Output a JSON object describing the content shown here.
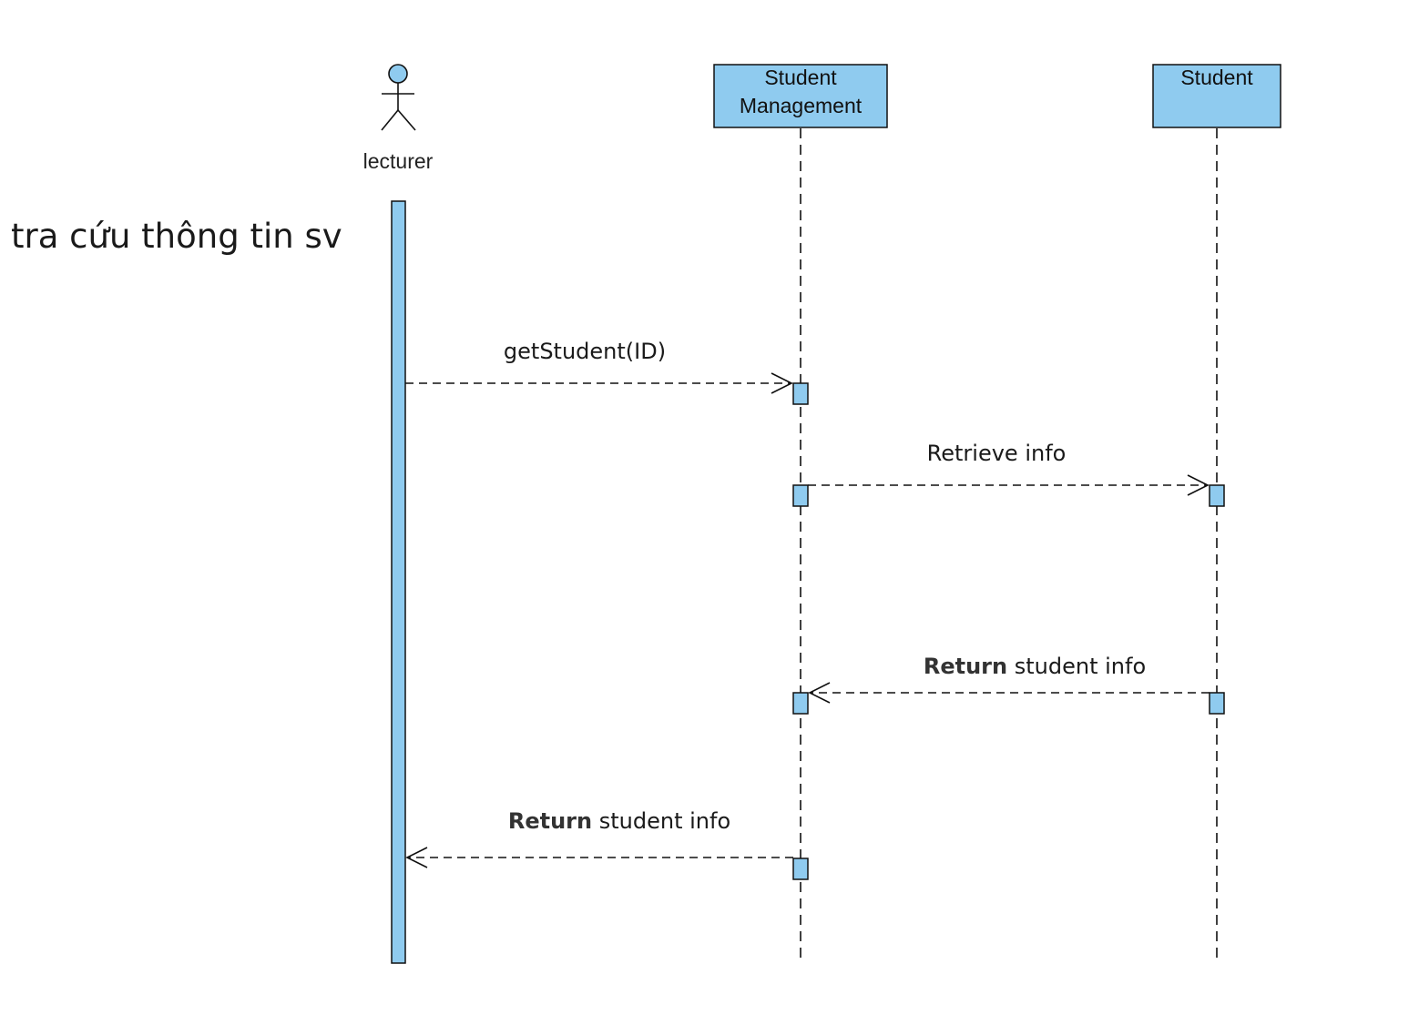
{
  "title": "tra cứu thông tin sv",
  "actor": {
    "label": "lecturer"
  },
  "participants": [
    {
      "line1": "Student",
      "line2": "Management"
    },
    {
      "line1": "Student"
    }
  ],
  "messages": [
    {
      "text": "getStudent(ID)",
      "type": "call",
      "from": "lecturer",
      "to": "Student Management"
    },
    {
      "text": "Retrieve info",
      "type": "call",
      "from": "Student Management",
      "to": "Student"
    },
    {
      "bold": "Return",
      "text": " student info",
      "type": "return",
      "from": "Student",
      "to": "Student Management"
    },
    {
      "bold": "Return",
      "text": " student info",
      "type": "return",
      "from": "Student Management",
      "to": "lecturer"
    }
  ],
  "colors": {
    "fill": "#8fcbef",
    "stroke": "#111111",
    "text": "#1a1a1a"
  }
}
